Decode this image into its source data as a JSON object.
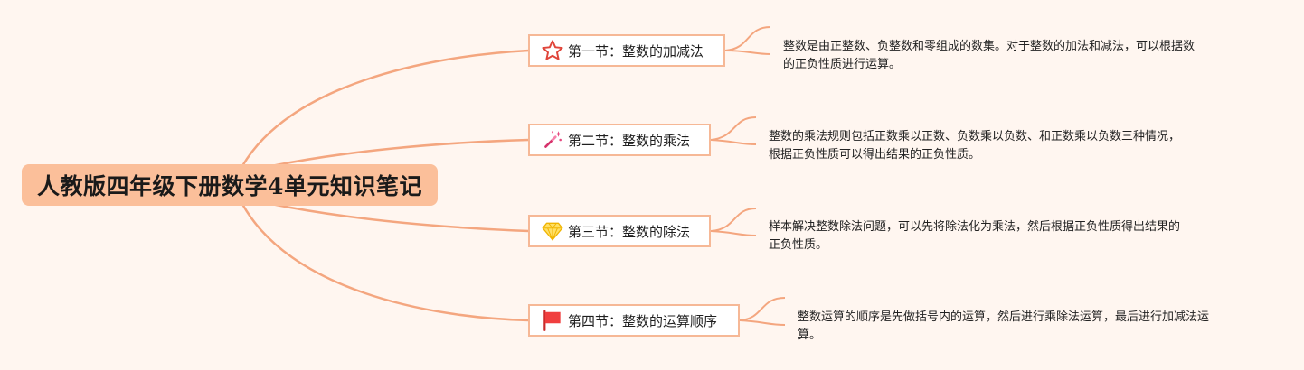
{
  "colors": {
    "background": "#fff6f0",
    "root_fill": "#fbbf9a",
    "branch_line": "#f4a67f",
    "node_border": "#f6b896"
  },
  "root": {
    "title": "人教版四年级下册数学4单元知识笔记"
  },
  "sections": [
    {
      "icon": "star-icon",
      "label": "第一节：整数的加减法",
      "note_lines": [
        "整数是由正整数、负整数和零组成的数集。对于整数的加法和减法，可以根据数",
        "的正负性质进行运算。"
      ]
    },
    {
      "icon": "magic-wand-icon",
      "label": "第二节：整数的乘法",
      "note_lines": [
        "整数的乘法规则包括正数乘以正数、负数乘以负数、和正数乘以负数三种情况，",
        "根据正负性质可以得出结果的正负性质。"
      ]
    },
    {
      "icon": "diamond-icon",
      "label": "第三节：整数的除法",
      "note_lines": [
        "样本解决整数除法问题，可以先将除法化为乘法，然后根据正负性质得出结果的",
        "正负性质。"
      ]
    },
    {
      "icon": "red-flag-icon",
      "label": "第四节：整数的运算顺序",
      "note_lines": [
        "整数运算的顺序是先做括号内的运算，然后进行乘除法运算，最后进行加减法运",
        "算。"
      ]
    }
  ]
}
